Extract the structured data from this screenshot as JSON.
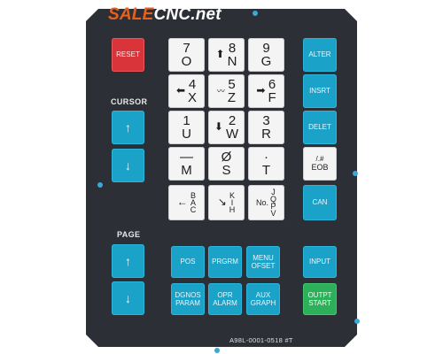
{
  "logo": {
    "part1": "SALE",
    "part2": "CNC.net"
  },
  "labels": {
    "cursor": "CURSOR",
    "page": "PAGE"
  },
  "part_number": "A98L-0001-0518 #T",
  "keys": {
    "reset": "RESET",
    "alter": "ALTER",
    "insrt": "INSRT",
    "delet": "DELET",
    "eob_top": "/.#",
    "eob_bottom": "EOB",
    "can": "CAN",
    "input": "INPUT",
    "pos": "POS",
    "prgrm": "PRGRM",
    "menu_top": "MENU",
    "menu_bottom": "OFSET",
    "dgnos_top": "DGNOS",
    "dgnos_bottom": "PARAM",
    "opr_top": "OPR",
    "opr_bottom": "ALARM",
    "aux_top": "AUX",
    "aux_bottom": "GRAPH",
    "outpt_top": "OUTPT",
    "outpt_bottom": "START",
    "cursor_up": "↑",
    "cursor_down": "↓",
    "page_up": "↑",
    "page_down": "↓"
  },
  "grid": {
    "k7_top": "7",
    "k7_bot": "O",
    "k8_arrow": "⬆",
    "k8_top": "8",
    "k8_bot": "N",
    "k9_top": "9",
    "k9_bot": "G",
    "k4_arrow": "⬅",
    "k4_top": "4",
    "k4_bot": "X",
    "k5_arrow": "〰",
    "k5_top": "5",
    "k5_bot": "Z",
    "k6_arrow": "➡",
    "k6_top": "6",
    "k6_bot": "F",
    "k1_top": "1",
    "k1_bot": "U",
    "k2_arrow": "⬇",
    "k2_top": "2",
    "k2_bot": "W",
    "k3_top": "3",
    "k3_bot": "R",
    "kM_top": "—",
    "kM_bot": "M",
    "kS_top": "Ø",
    "kS_bot": "S",
    "kT_top": "·",
    "kT_bot": "T",
    "kB_arrow": "←",
    "kB_l1": "B",
    "kB_l2": "A",
    "kB_l3": "C",
    "kK_arrow": "↘",
    "kK_top": "K",
    "kK_mid": "I",
    "kK_bot": "H",
    "kJ_no": "No.",
    "kJ_top": "J",
    "kJ_mid": "Q",
    "kJ_bot": "P",
    "kJ_sub": "V"
  }
}
